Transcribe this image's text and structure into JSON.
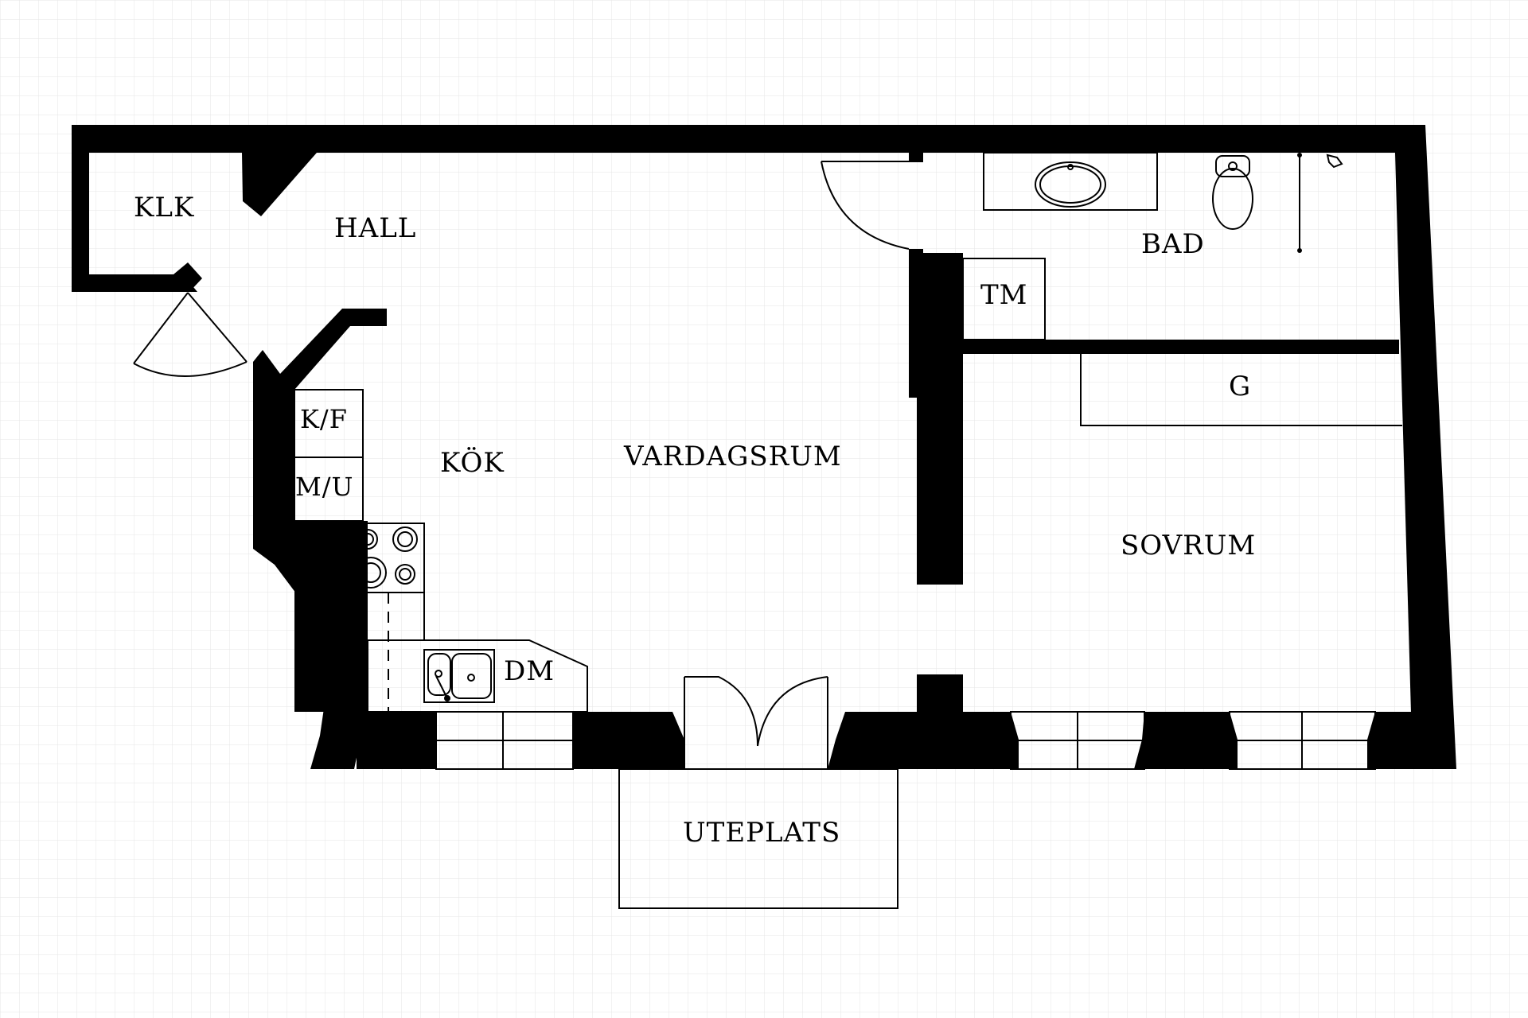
{
  "floorplan": {
    "colors": {
      "background": "#ffffff",
      "grid": "#e6e6e6",
      "wall": "#000000"
    },
    "rooms": {
      "klk": "KLK",
      "hall": "HALL",
      "kok": "KÖK",
      "vardagsrum": "VARDAGSRUM",
      "bad": "BAD",
      "tm": "TM",
      "g": "G",
      "sovrum": "SOVRUM",
      "uteplats": "UTEPLATS"
    },
    "fixtures": {
      "kf": "K/F",
      "mu": "M/U",
      "dm": "DM"
    }
  }
}
